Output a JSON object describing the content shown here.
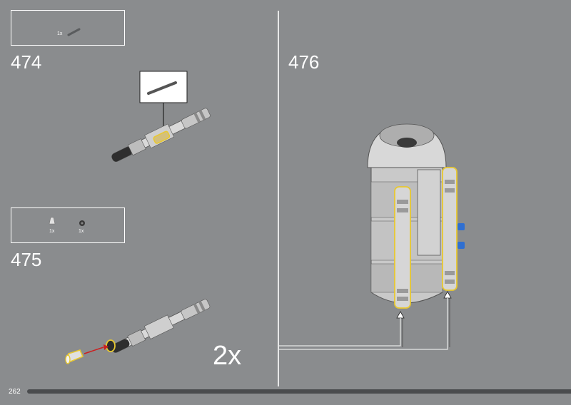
{
  "page_number": "262",
  "steps": [
    {
      "number": "474",
      "parts": [
        {
          "qty": "1x",
          "part": "grey bar"
        }
      ]
    },
    {
      "number": "475",
      "parts": [
        {
          "qty": "1x",
          "part": "light grey cone"
        },
        {
          "qty": "1x",
          "part": "black round plate"
        }
      ]
    },
    {
      "number": "476",
      "parts": []
    }
  ],
  "multiplier": "2x",
  "colors": {
    "background": "#8a8c8e",
    "highlight": "#e8c830",
    "arrow": "#cc1f1f",
    "accent_blue": "#2f6fd1"
  }
}
